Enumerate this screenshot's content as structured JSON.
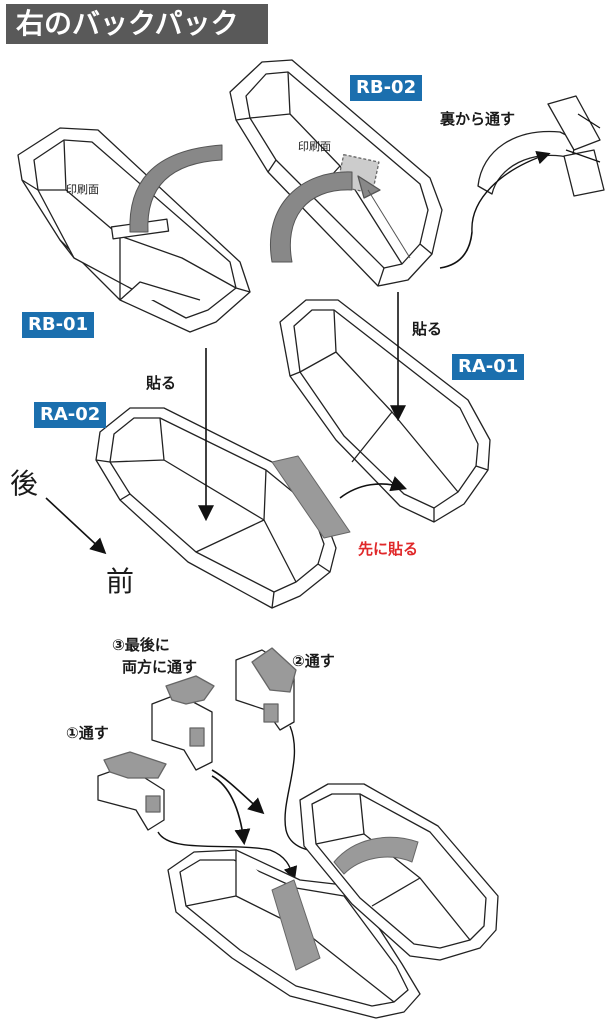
{
  "title": "右のバックパック",
  "labels": {
    "rb01": "RB-01",
    "rb02": "RB-02",
    "ra01": "RA-01",
    "ra02": "RA-02"
  },
  "text": {
    "print_face_1": "印刷面",
    "print_face_2": "印刷面",
    "through_back": "裏から通す",
    "paste_1": "貼る",
    "paste_2": "貼る",
    "paste_first": "先に貼る",
    "rear": "後",
    "front": "前",
    "step3_line1": "③最後に",
    "step3_line2": "両方に通す",
    "step2": "②通す",
    "step1": "①通す"
  },
  "colors": {
    "title_bg": "#595959",
    "label_bg": "#1b6fae",
    "accent_red": "#e0282a",
    "tab_gray": "#9a9a9a"
  }
}
